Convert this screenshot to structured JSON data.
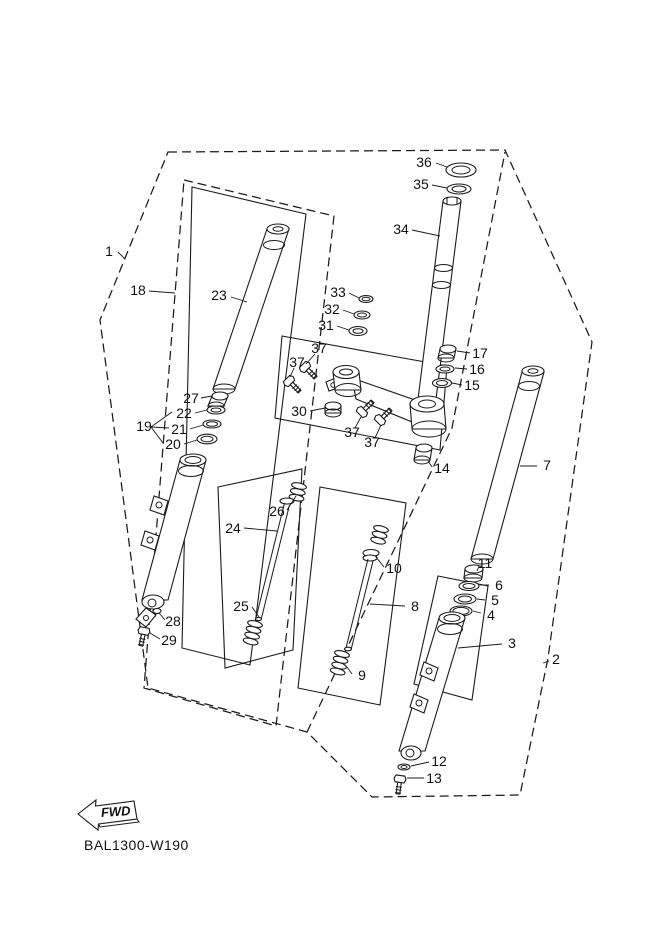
{
  "code": "BAL1300-W190",
  "fwd": "FWD",
  "line_color": "#1a1a1a",
  "labels": {
    "l1": "1",
    "l2": "2",
    "l3": "3",
    "l4": "4",
    "l5": "5",
    "l6": "6",
    "l7": "7",
    "l8": "8",
    "l9": "9",
    "l10": "10",
    "l11": "11",
    "l12": "12",
    "l13": "13",
    "l14": "14",
    "l15": "15",
    "l16": "16",
    "l17": "17",
    "l18": "18",
    "l19": "19",
    "l20": "20",
    "l21": "21",
    "l22": "22",
    "l23": "23",
    "l24": "24",
    "l25": "25",
    "l26": "26",
    "l27": "27",
    "l28": "28",
    "l29": "29",
    "l30": "30",
    "l31": "31",
    "l32": "32",
    "l33": "33",
    "l34": "34",
    "l35": "35",
    "l36": "36",
    "l37": "37"
  }
}
